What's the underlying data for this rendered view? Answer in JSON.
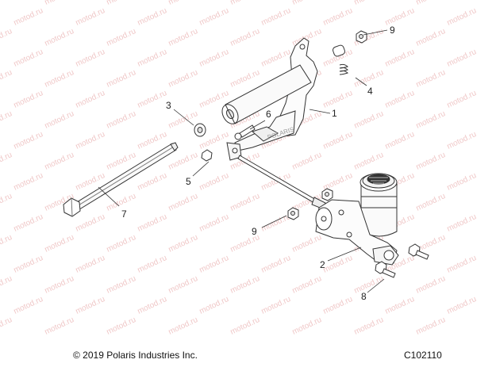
{
  "watermark": "motod.ru",
  "callouts": [
    {
      "id": "c1",
      "label": "1"
    },
    {
      "id": "c2",
      "label": "2"
    },
    {
      "id": "c3",
      "label": "3"
    },
    {
      "id": "c4",
      "label": "4"
    },
    {
      "id": "c5",
      "label": "5"
    },
    {
      "id": "c6",
      "label": "6"
    },
    {
      "id": "c7",
      "label": "7"
    },
    {
      "id": "c8",
      "label": "8"
    },
    {
      "id": "c9a",
      "label": "9"
    },
    {
      "id": "c9b",
      "label": "9"
    }
  ],
  "pedal_marking": "POLARIS",
  "footer": {
    "copyright": "© 2019 Polaris Industries Inc.",
    "figure_id": "C102110"
  }
}
